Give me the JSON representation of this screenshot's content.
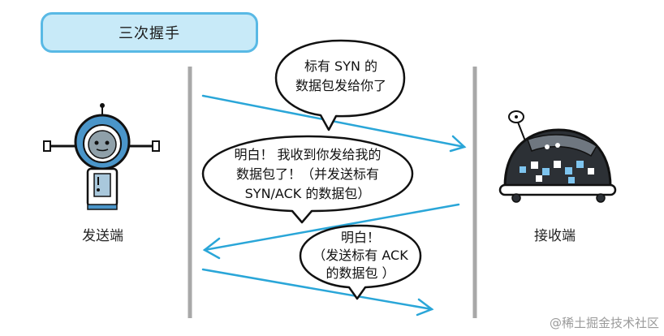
{
  "title": "三次握手",
  "sender_label": "发送端",
  "receiver_label": "接收端",
  "bubbles": [
    {
      "lines": [
        "标有 SYN 的",
        "数据包发给你了"
      ]
    },
    {
      "lines": [
        "明白！ 我收到你发给我的",
        "数据包了！（并发送标有",
        "SYN/ACK 的数据包）"
      ]
    },
    {
      "lines": [
        "明白！",
        "（发送标有 ACK",
        "的数据包 ）"
      ]
    }
  ],
  "watermark": "@稀土掘金技术社区",
  "colors": {
    "title_fill": "#c8eaf8",
    "title_border": "#59b9e5",
    "arrow": "#2aa6d8",
    "lifeline": "#a8a8a8"
  },
  "icons": {
    "sender": "robot-icon",
    "receiver": "dome-robot-icon"
  }
}
